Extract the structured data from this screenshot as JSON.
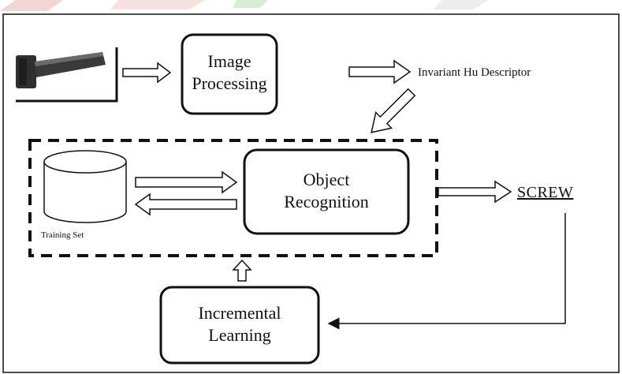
{
  "nodes": {
    "image_processing": {
      "line1": "Image",
      "line2": "Processing"
    },
    "invariant_hu_descriptor": "Invariant Hu Descriptor",
    "object_recognition": {
      "line1": "Object",
      "line2": "Recognition"
    },
    "training_set": "Training Set",
    "screw_output": "SCREW",
    "incremental_learning": {
      "line1": "Incremental",
      "line2": "Learning"
    }
  },
  "icons": {
    "input_image": "screw-image",
    "database": "cylinder-database-icon"
  },
  "colors": {
    "stroke": "#111111",
    "screw_body": "#3a3a3a",
    "top_decor_red": "#e8b4b4",
    "top_decor_green": "#b8e0b0"
  }
}
